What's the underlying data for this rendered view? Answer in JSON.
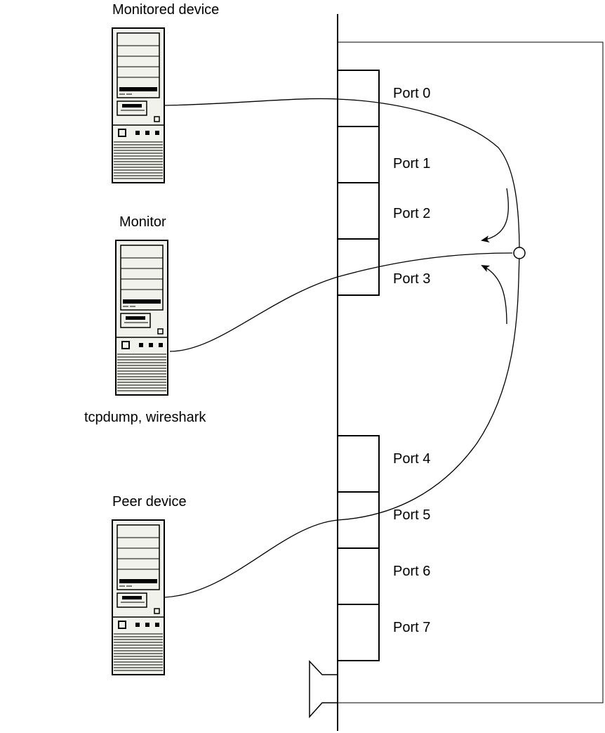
{
  "devices": {
    "monitored": {
      "label": "Monitored device"
    },
    "monitor": {
      "label": "Monitor",
      "software": "tcpdump, wireshark"
    },
    "peer": {
      "label": "Peer device"
    }
  },
  "switch": {
    "ports": [
      "Port 0",
      "Port 1",
      "Port 2",
      "Port 3",
      "Port 4",
      "Port 5",
      "Port 6",
      "Port 7"
    ]
  },
  "colors": {
    "stroke": "#000000",
    "tower_fill": "#f2f2ec",
    "background": "#ffffff"
  }
}
